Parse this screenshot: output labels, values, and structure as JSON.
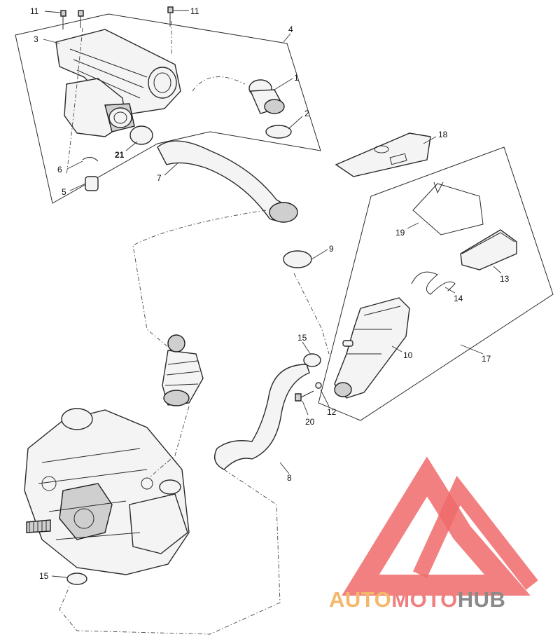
{
  "callouts": [
    {
      "id": "c11a",
      "text": "11"
    },
    {
      "id": "c11b",
      "text": "11"
    },
    {
      "id": "c3",
      "text": "3"
    },
    {
      "id": "c4",
      "text": "4"
    },
    {
      "id": "c1",
      "text": "1"
    },
    {
      "id": "c2",
      "text": "2"
    },
    {
      "id": "c21",
      "text": "21"
    },
    {
      "id": "c6",
      "text": "6"
    },
    {
      "id": "c5",
      "text": "5"
    },
    {
      "id": "c7",
      "text": "7"
    },
    {
      "id": "c18",
      "text": "18"
    },
    {
      "id": "c19",
      "text": "19"
    },
    {
      "id": "c9",
      "text": "9"
    },
    {
      "id": "c13",
      "text": "13"
    },
    {
      "id": "c14",
      "text": "14"
    },
    {
      "id": "c15a",
      "text": "15"
    },
    {
      "id": "c10",
      "text": "10"
    },
    {
      "id": "c17",
      "text": "17"
    },
    {
      "id": "c12",
      "text": "12"
    },
    {
      "id": "c20",
      "text": "20"
    },
    {
      "id": "c8",
      "text": "8"
    },
    {
      "id": "c15b",
      "text": "15"
    }
  ],
  "watermark": {
    "auto": "AUTO",
    "moto": "MOTO",
    "hub": "HUB",
    "colors": {
      "auto": "#f5b86a",
      "moto": "#f08080",
      "hub": "#8a8a8a"
    }
  }
}
